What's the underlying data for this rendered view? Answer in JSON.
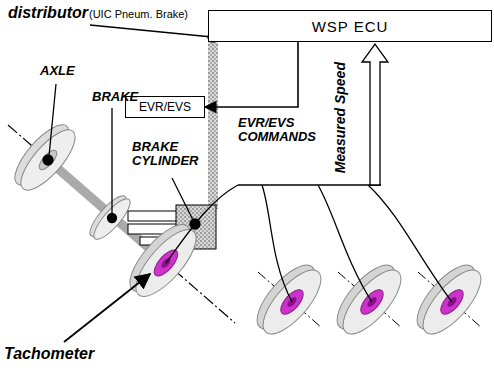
{
  "diagram": {
    "nodes": [
      {
        "text": [
          "WSP ECU"
        ]
      },
      {
        "text": [
          "EVR/EVS"
        ]
      }
    ],
    "edges": [
      {
        "from": 0,
        "to": 1,
        "arrow": "to"
      }
    ],
    "labels": [
      "distributor",
      "(UIC Pneum. Brake)",
      "AXLE",
      "BRAKE",
      "BRAKE CYLINDER",
      "EVR/EVS COMMANDS",
      "Measured Speed",
      "Tachometer"
    ]
  }
}
